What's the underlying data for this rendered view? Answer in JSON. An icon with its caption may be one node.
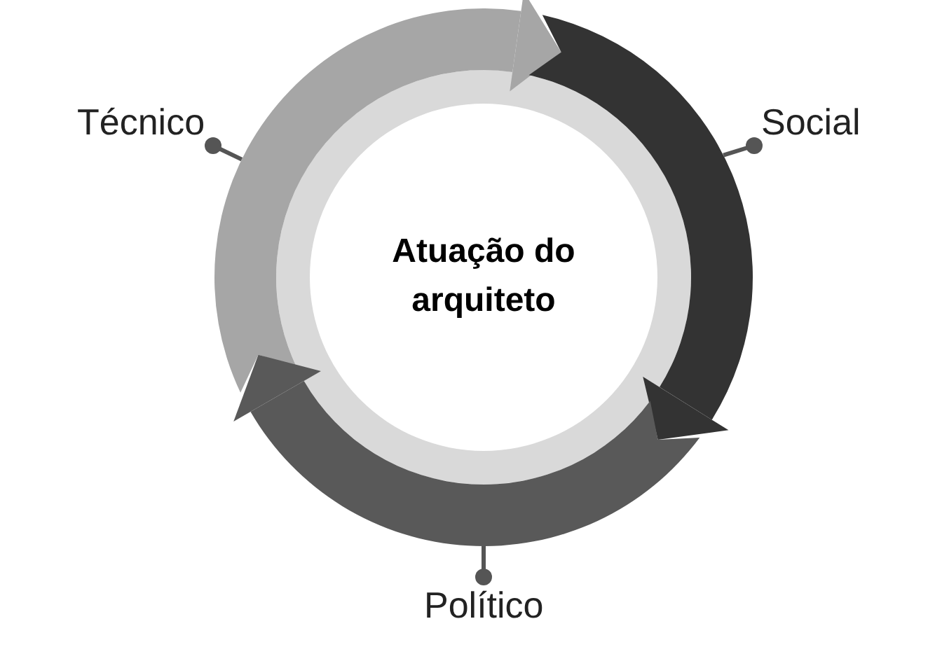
{
  "diagram": {
    "nodes": [
      {
        "text": [
          "Atuação do arquiteto"
        ]
      },
      {
        "text": [
          "Técnico"
        ]
      },
      {
        "text": [
          "Social"
        ]
      },
      {
        "text": [
          "Político"
        ]
      },
      {
        "text": [],
        "shape": "arrow"
      },
      {
        "text": [],
        "shape": "arrow"
      },
      {
        "text": [],
        "shape": "arrow"
      }
    ],
    "edges": [
      {
        "from": 1,
        "to": 4,
        "arrow": "other"
      },
      {
        "from": 2,
        "to": 5,
        "arrow": "other"
      },
      {
        "from": 3,
        "to": 6,
        "arrow": "other"
      }
    ]
  }
}
